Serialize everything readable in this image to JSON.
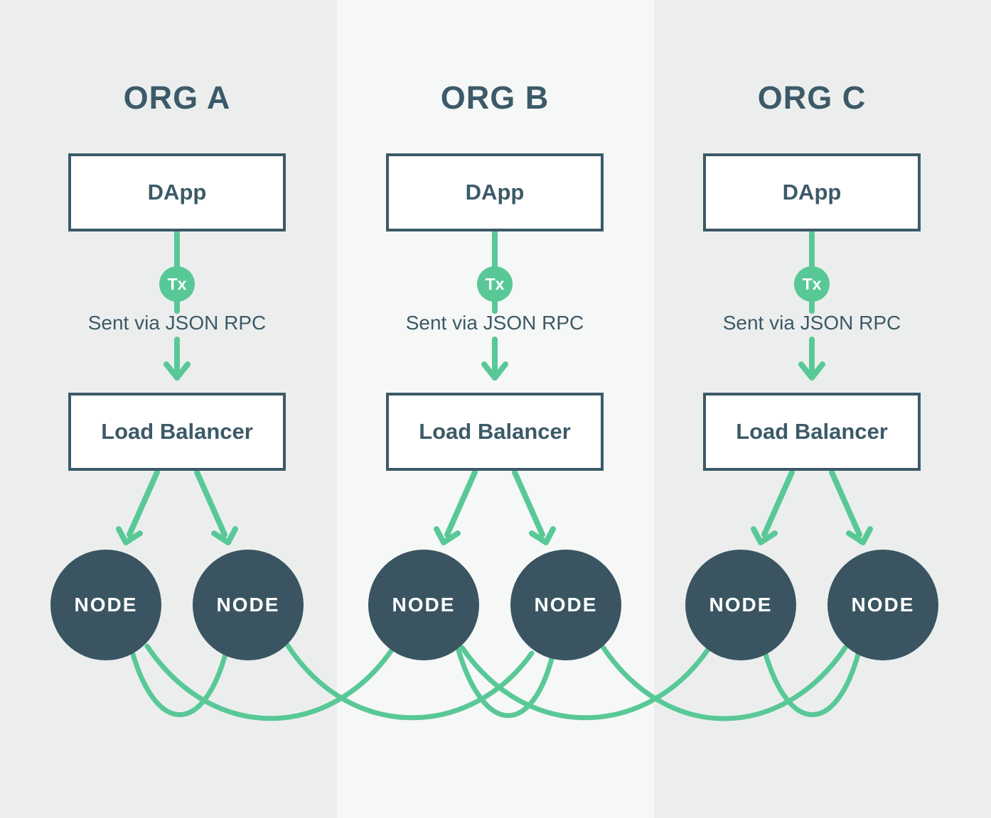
{
  "palette": {
    "green": "#59C897",
    "slate_text": "#3C5A68",
    "node_fill": "#3A5561",
    "box_fill": "#FFFFFF",
    "stripe_outer": "#ECEEEE",
    "stripe_middle": "#F6F7F7"
  },
  "columns": [
    {
      "id": "org-a",
      "title": "ORG A",
      "dapp_label": "DApp",
      "tx_label": "Tx",
      "rpc_caption": "Sent via JSON RPC",
      "load_balancer_label": "Load Balancer",
      "nodes": [
        "NODE",
        "NODE"
      ]
    },
    {
      "id": "org-b",
      "title": "ORG B",
      "dapp_label": "DApp",
      "tx_label": "Tx",
      "rpc_caption": "Sent via JSON RPC",
      "load_balancer_label": "Load Balancer",
      "nodes": [
        "NODE",
        "NODE"
      ]
    },
    {
      "id": "org-c",
      "title": "ORG C",
      "dapp_label": "DApp",
      "tx_label": "Tx",
      "rpc_caption": "Sent via JSON RPC",
      "load_balancer_label": "Load Balancer",
      "nodes": [
        "NODE",
        "NODE"
      ]
    }
  ]
}
